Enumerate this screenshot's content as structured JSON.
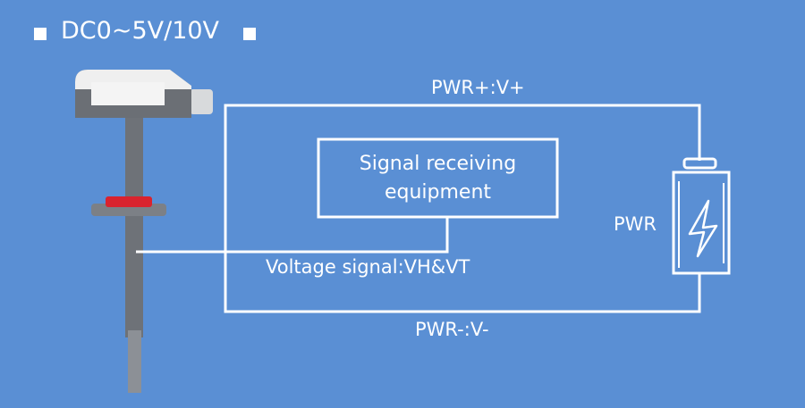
{
  "title": "DC0~5V/10V",
  "labels": {
    "pwr_plus": "PWR+:V+",
    "pwr_minus": "PWR-:V-",
    "pwr": "PWR",
    "signal": "Voltage signal:VH&VT",
    "receiver_line1": "Signal receiving",
    "receiver_line2": "equipment"
  },
  "colors": {
    "background": "#5a8fd4",
    "lines": "#ffffff",
    "flange": "#d9232e"
  },
  "icons": [
    "square-bullet-icon",
    "battery-icon",
    "lightning-icon",
    "sensor-probe-image"
  ]
}
